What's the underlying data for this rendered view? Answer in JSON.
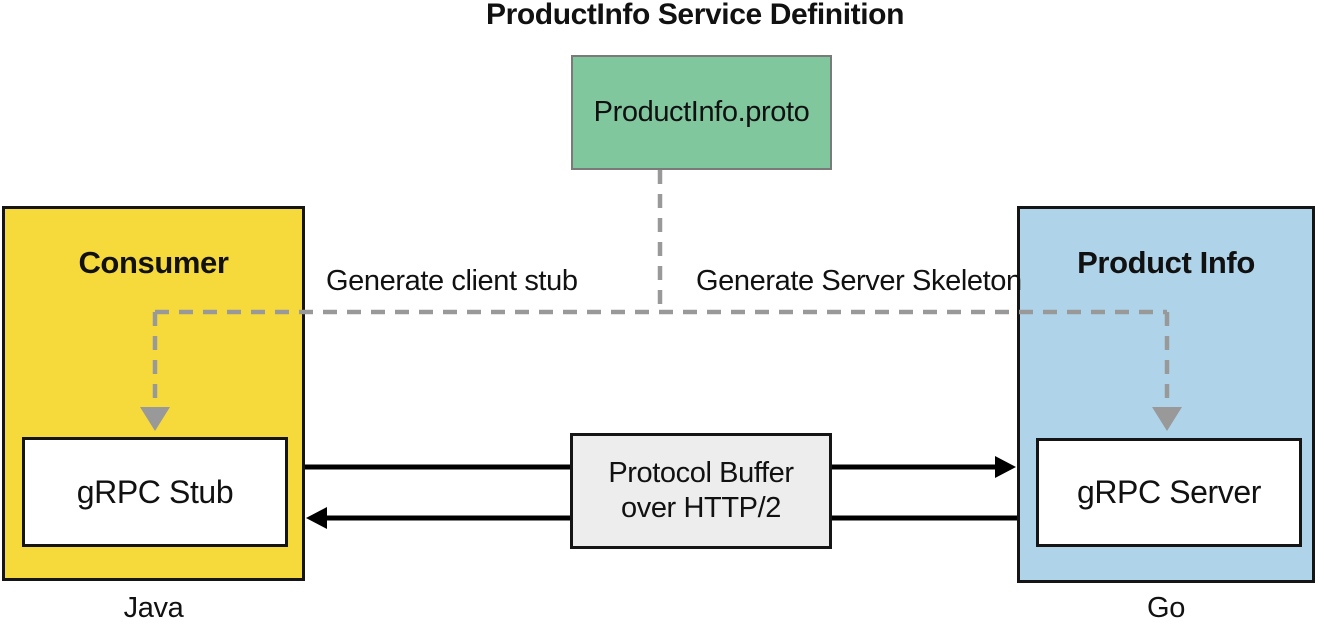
{
  "title": "ProductInfo Service Definition",
  "proto_box": {
    "label": "ProductInfo.proto"
  },
  "consumer": {
    "title": "Consumer",
    "inner_label": "gRPC Stub",
    "language": "Java"
  },
  "product_info": {
    "title": "Product Info",
    "inner_label": "gRPC Server",
    "language": "Go"
  },
  "transport": {
    "line1": "Protocol Buffer",
    "line2": "over HTTP/2"
  },
  "connectors": {
    "left_label": "Generate client stub",
    "right_label": "Generate Server Skeleton"
  },
  "colors": {
    "proto_box_fill": "#80C79E",
    "proto_box_border": "#7a7a7a",
    "consumer_fill": "#F6DA3B",
    "product_info_fill": "#AFD4EA",
    "transport_fill": "#EDEDED",
    "inner_box_fill": "#FFFFFF",
    "box_border": "#151515",
    "dashed_connector": "#999999",
    "solid_arrow": "#000000",
    "text": "#111111",
    "background": "#FFFFFF"
  }
}
